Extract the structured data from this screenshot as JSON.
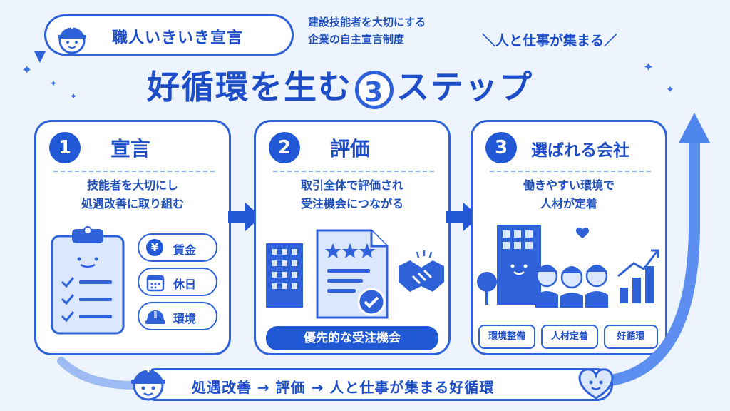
{
  "header": {
    "badge_label": "職人いきいき宣言",
    "sub_line1": "建設技能者を大切にする",
    "sub_line2": "企業の自主宣言制度",
    "tagline": "＼人と仕事が集まる／",
    "title_part1": "好循環を生む",
    "title_number": "3",
    "title_part2": "ステップ"
  },
  "steps": [
    {
      "number": "1",
      "title": "宣言",
      "desc_line1": "技能者を大切にし",
      "desc_line2": "処遇改善に取り組む",
      "items": [
        {
          "icon": "yen-icon",
          "label": "賃金"
        },
        {
          "icon": "calendar-icon",
          "label": "休日"
        },
        {
          "icon": "helmet-icon",
          "label": "環境"
        }
      ]
    },
    {
      "number": "2",
      "title": "評価",
      "desc_line1": "取引全体で評価され",
      "desc_line2": "受注機会につながる",
      "banner": "優先的な受注機会"
    },
    {
      "number": "3",
      "title": "選ばれる会社",
      "desc_line1": "働きやすい環境で",
      "desc_line2": "人材が定着",
      "tags": [
        "環境整備",
        "人材定着",
        "好循環"
      ]
    }
  ],
  "footer": {
    "cycle_text": "処遇改善 → 評価 → 人と仕事が集まる好循環"
  },
  "colors": {
    "primary": "#2158d6",
    "border": "#2f62d9",
    "background": "#eef4fd"
  }
}
